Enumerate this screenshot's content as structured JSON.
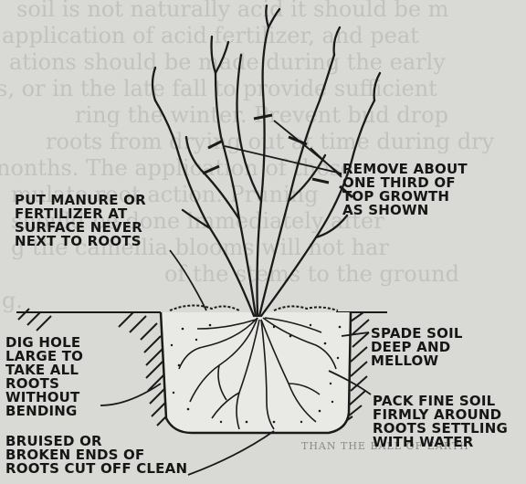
{
  "background_text": [
    "soil is not naturally acid it should be m",
    "application of acid fertilizer, and peat",
    "ations should be made during the early",
    "s, or in the late fall to provide sufficient",
    "ring the winter. Prevent bud drop",
    "roots from drying out at time during dry",
    "nonths. The application of these",
    "mulate root action. Pruning",
    "should be done immediately after",
    "g the camellia blooms will not har",
    "of the stems to the ground",
    "g.",
    "",
    "",
    "",
    "",
    "",
    ""
  ],
  "bottom_background_text": "THAN THE BALL OF EARTH",
  "annotations": {
    "remove_growth": "REMOVE ABOUT\nONE THIRD OF\nTOP GROWTH\nAS SHOWN",
    "manure": "PUT MANURE OR\nFERTILIZER AT\nSURFACE NEVER\nNEXT TO ROOTS",
    "dig_hole": "DIG HOLE\nLARGE TO\nTAKE ALL\nROOTS\nWITHOUT\nBENDING",
    "spade_soil": "SPADE SOIL\nDEEP AND\nMELLOW",
    "pack_soil": "PACK FINE SOIL\nFIRMLY AROUND\nROOTS SETTLING\nWITH WATER",
    "bruised_roots": "BRUISED OR\nBROKEN ENDS OF\nROOTS CUT OFF CLEAN"
  }
}
